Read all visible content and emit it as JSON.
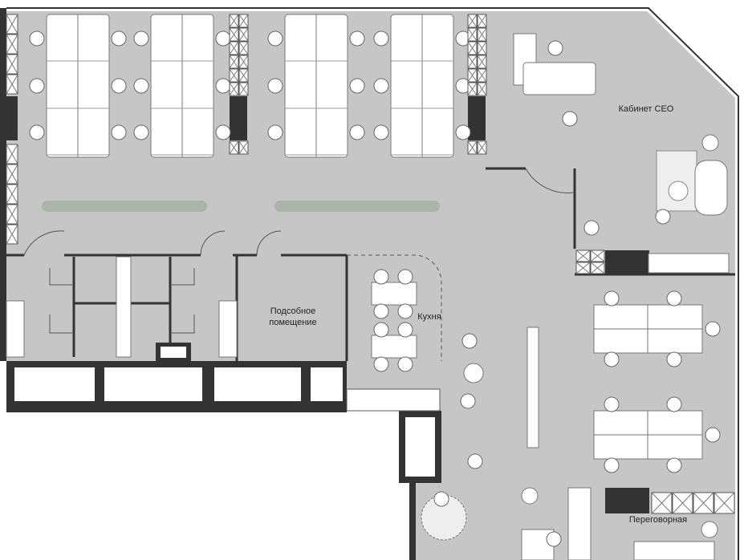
{
  "rooms": {
    "ceo": "Кабинет CEO",
    "utility": "Подсобное\nпомещение",
    "kitchen": "Кухня",
    "meeting": "Переговорная"
  },
  "colors": {
    "floor": "#c6c6c6",
    "wall": "#333333",
    "furniture": "#ffffff",
    "outside": "#ffffff"
  }
}
